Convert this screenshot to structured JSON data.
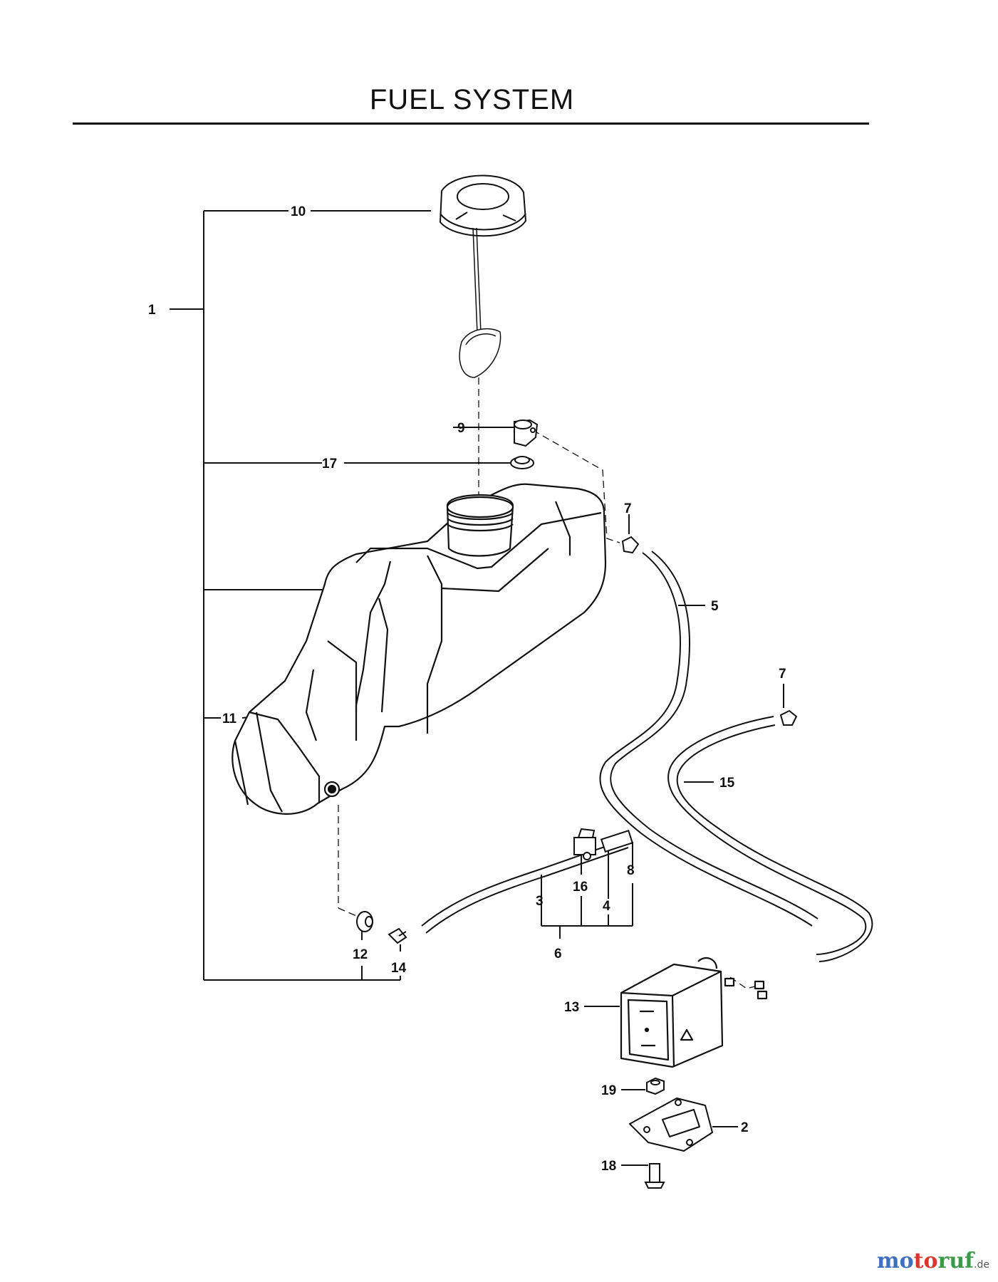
{
  "header": {
    "title": "FUEL SYSTEM"
  },
  "callouts": [
    "1",
    "2",
    "3",
    "4",
    "5",
    "6",
    "7",
    "7",
    "8",
    "9",
    "10",
    "11",
    "12",
    "13",
    "14",
    "15",
    "16",
    "17",
    "18",
    "19"
  ],
  "watermark": {
    "m1": "mo",
    "m2": "to",
    "m3": "ruf",
    "tld": ".de"
  }
}
